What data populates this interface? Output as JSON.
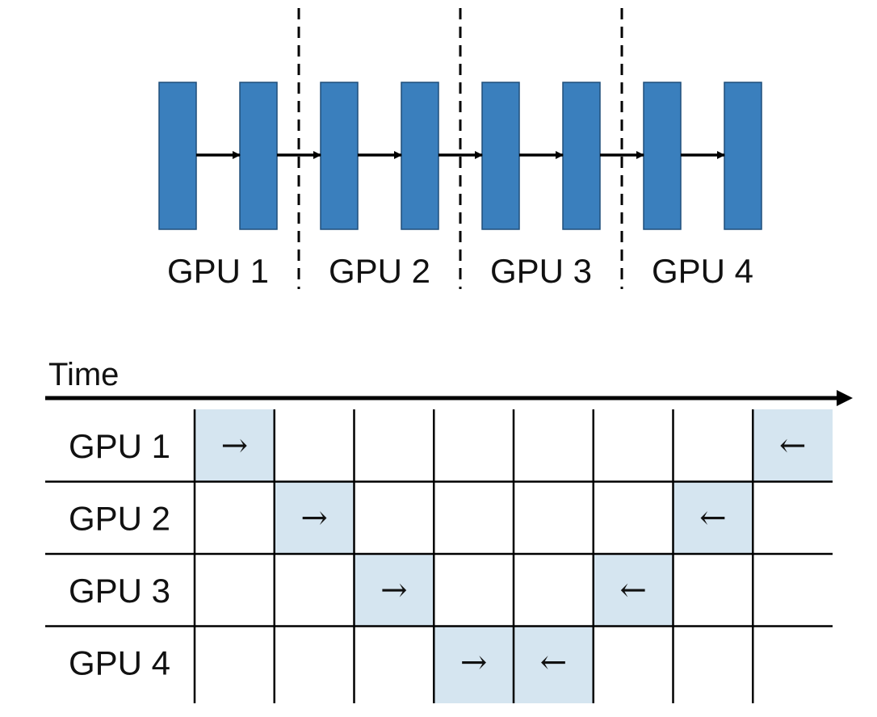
{
  "top": {
    "gpu_labels": [
      "GPU 1",
      "GPU 2",
      "GPU 3",
      "GPU 4"
    ],
    "layers_per_gpu": 2,
    "layer_color": "#3a7fbd",
    "layer_border": "#1f4f7a"
  },
  "timeline": {
    "axis_label": "Time",
    "rows": [
      "GPU 1",
      "GPU 2",
      "GPU 3",
      "GPU 4"
    ],
    "num_steps": 8,
    "forward_glyph": "→",
    "backward_glyph": "←",
    "highlight_color": "#d5e5f0",
    "cells": [
      {
        "row": 0,
        "step": 0,
        "dir": "forward"
      },
      {
        "row": 1,
        "step": 1,
        "dir": "forward"
      },
      {
        "row": 2,
        "step": 2,
        "dir": "forward"
      },
      {
        "row": 3,
        "step": 3,
        "dir": "forward"
      },
      {
        "row": 3,
        "step": 4,
        "dir": "backward"
      },
      {
        "row": 2,
        "step": 5,
        "dir": "backward"
      },
      {
        "row": 1,
        "step": 6,
        "dir": "backward"
      },
      {
        "row": 0,
        "step": 7,
        "dir": "backward"
      }
    ]
  }
}
